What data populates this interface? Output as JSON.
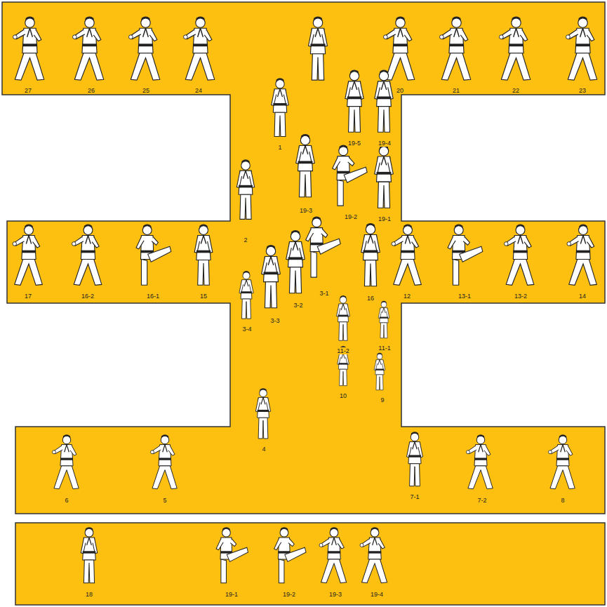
{
  "diagram": {
    "labels": [
      "27",
      "26",
      "25",
      "24",
      "20",
      "21",
      "22",
      "23",
      "1",
      "19-5",
      "19-4",
      "2",
      "19-3",
      "19-2",
      "19-1",
      "17",
      "16-2",
      "16-1",
      "15",
      "3-1",
      "3-2",
      "3-3",
      "3-4",
      "16",
      "12",
      "13-1",
      "13-2",
      "14",
      "11-2",
      "11-1",
      "10",
      "9",
      "4",
      "6",
      "5",
      "7-1",
      "7-2",
      "8",
      "18",
      "19-1",
      "19-2",
      "19-3",
      "19-4"
    ]
  }
}
